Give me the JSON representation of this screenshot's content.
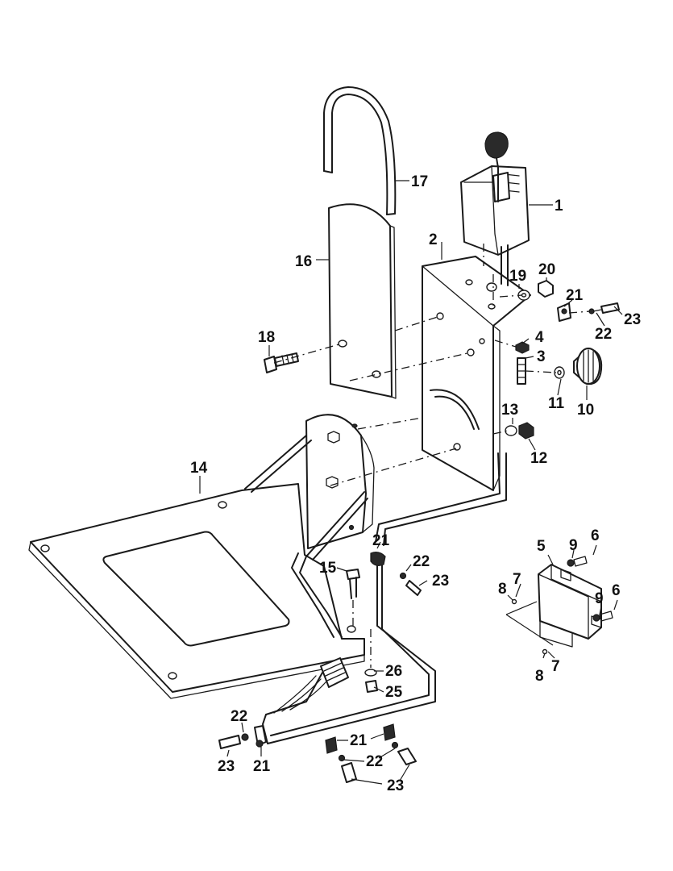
{
  "diagram": {
    "type": "exploded-parts-diagram",
    "callouts": [
      {
        "id": "c1",
        "label": "1"
      },
      {
        "id": "c2",
        "label": "2"
      },
      {
        "id": "c3",
        "label": "3"
      },
      {
        "id": "c4",
        "label": "4"
      },
      {
        "id": "c5",
        "label": "5"
      },
      {
        "id": "c6a",
        "label": "6"
      },
      {
        "id": "c6b",
        "label": "6"
      },
      {
        "id": "c7a",
        "label": "7"
      },
      {
        "id": "c7b",
        "label": "7"
      },
      {
        "id": "c8a",
        "label": "8"
      },
      {
        "id": "c8b",
        "label": "8"
      },
      {
        "id": "c9a",
        "label": "9"
      },
      {
        "id": "c9b",
        "label": "9"
      },
      {
        "id": "c10",
        "label": "10"
      },
      {
        "id": "c11",
        "label": "11"
      },
      {
        "id": "c12",
        "label": "12"
      },
      {
        "id": "c13",
        "label": "13"
      },
      {
        "id": "c14",
        "label": "14"
      },
      {
        "id": "c15",
        "label": "15"
      },
      {
        "id": "c16",
        "label": "16"
      },
      {
        "id": "c17",
        "label": "17"
      },
      {
        "id": "c18",
        "label": "18"
      },
      {
        "id": "c19",
        "label": "19"
      },
      {
        "id": "c20",
        "label": "20"
      },
      {
        "id": "c21a",
        "label": "21"
      },
      {
        "id": "c21b",
        "label": "21"
      },
      {
        "id": "c21c",
        "label": "21"
      },
      {
        "id": "c21d",
        "label": "21"
      },
      {
        "id": "c22a",
        "label": "22"
      },
      {
        "id": "c22b",
        "label": "22"
      },
      {
        "id": "c22c",
        "label": "22"
      },
      {
        "id": "c22d",
        "label": "22"
      },
      {
        "id": "c23a",
        "label": "23"
      },
      {
        "id": "c23b",
        "label": "23"
      },
      {
        "id": "c23c",
        "label": "23"
      },
      {
        "id": "c23d",
        "label": "23"
      },
      {
        "id": "c25",
        "label": "25"
      },
      {
        "id": "c26",
        "label": "26"
      }
    ]
  }
}
